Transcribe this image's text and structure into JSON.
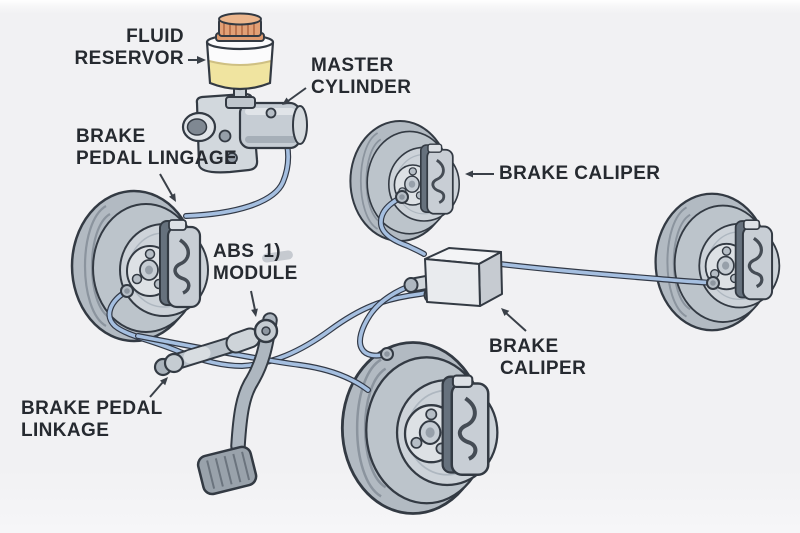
{
  "diagram": {
    "labels": {
      "fluid_reservoir": {
        "line1": "FLUID",
        "line2": "RESERVOR"
      },
      "master_cylinder": {
        "line1": "MASTER",
        "line2": "CYLINDER"
      },
      "brake_pedal_lingage": {
        "line1": "BRAKE",
        "line2": "PEDAL LINGAGE"
      },
      "abs_module": {
        "line1": "ABS",
        "glyph": "1)",
        "line2": "MODULE"
      },
      "brake_pedal_linkage": {
        "line1": "BRAKE PEDAL",
        "line2": "LINKAGE"
      },
      "brake_caliper_front": {
        "line1": "BRAKE CALIPER"
      },
      "brake_caliper_rear": {
        "line1": "BRAKE",
        "line2": "CALIPER"
      }
    },
    "colors": {
      "background": "#f1f1f3",
      "outline": "#333a43",
      "label_text": "#262a30",
      "brake_line": "#a5bfe0",
      "brake_line_outline": "#323946",
      "reservoir_cap": "#e2a076",
      "reservoir_fluid": "#f0e4a0",
      "metal_light": "#c8ced5",
      "metal_mid": "#aab3bc",
      "metal_dark": "#626d79"
    }
  }
}
